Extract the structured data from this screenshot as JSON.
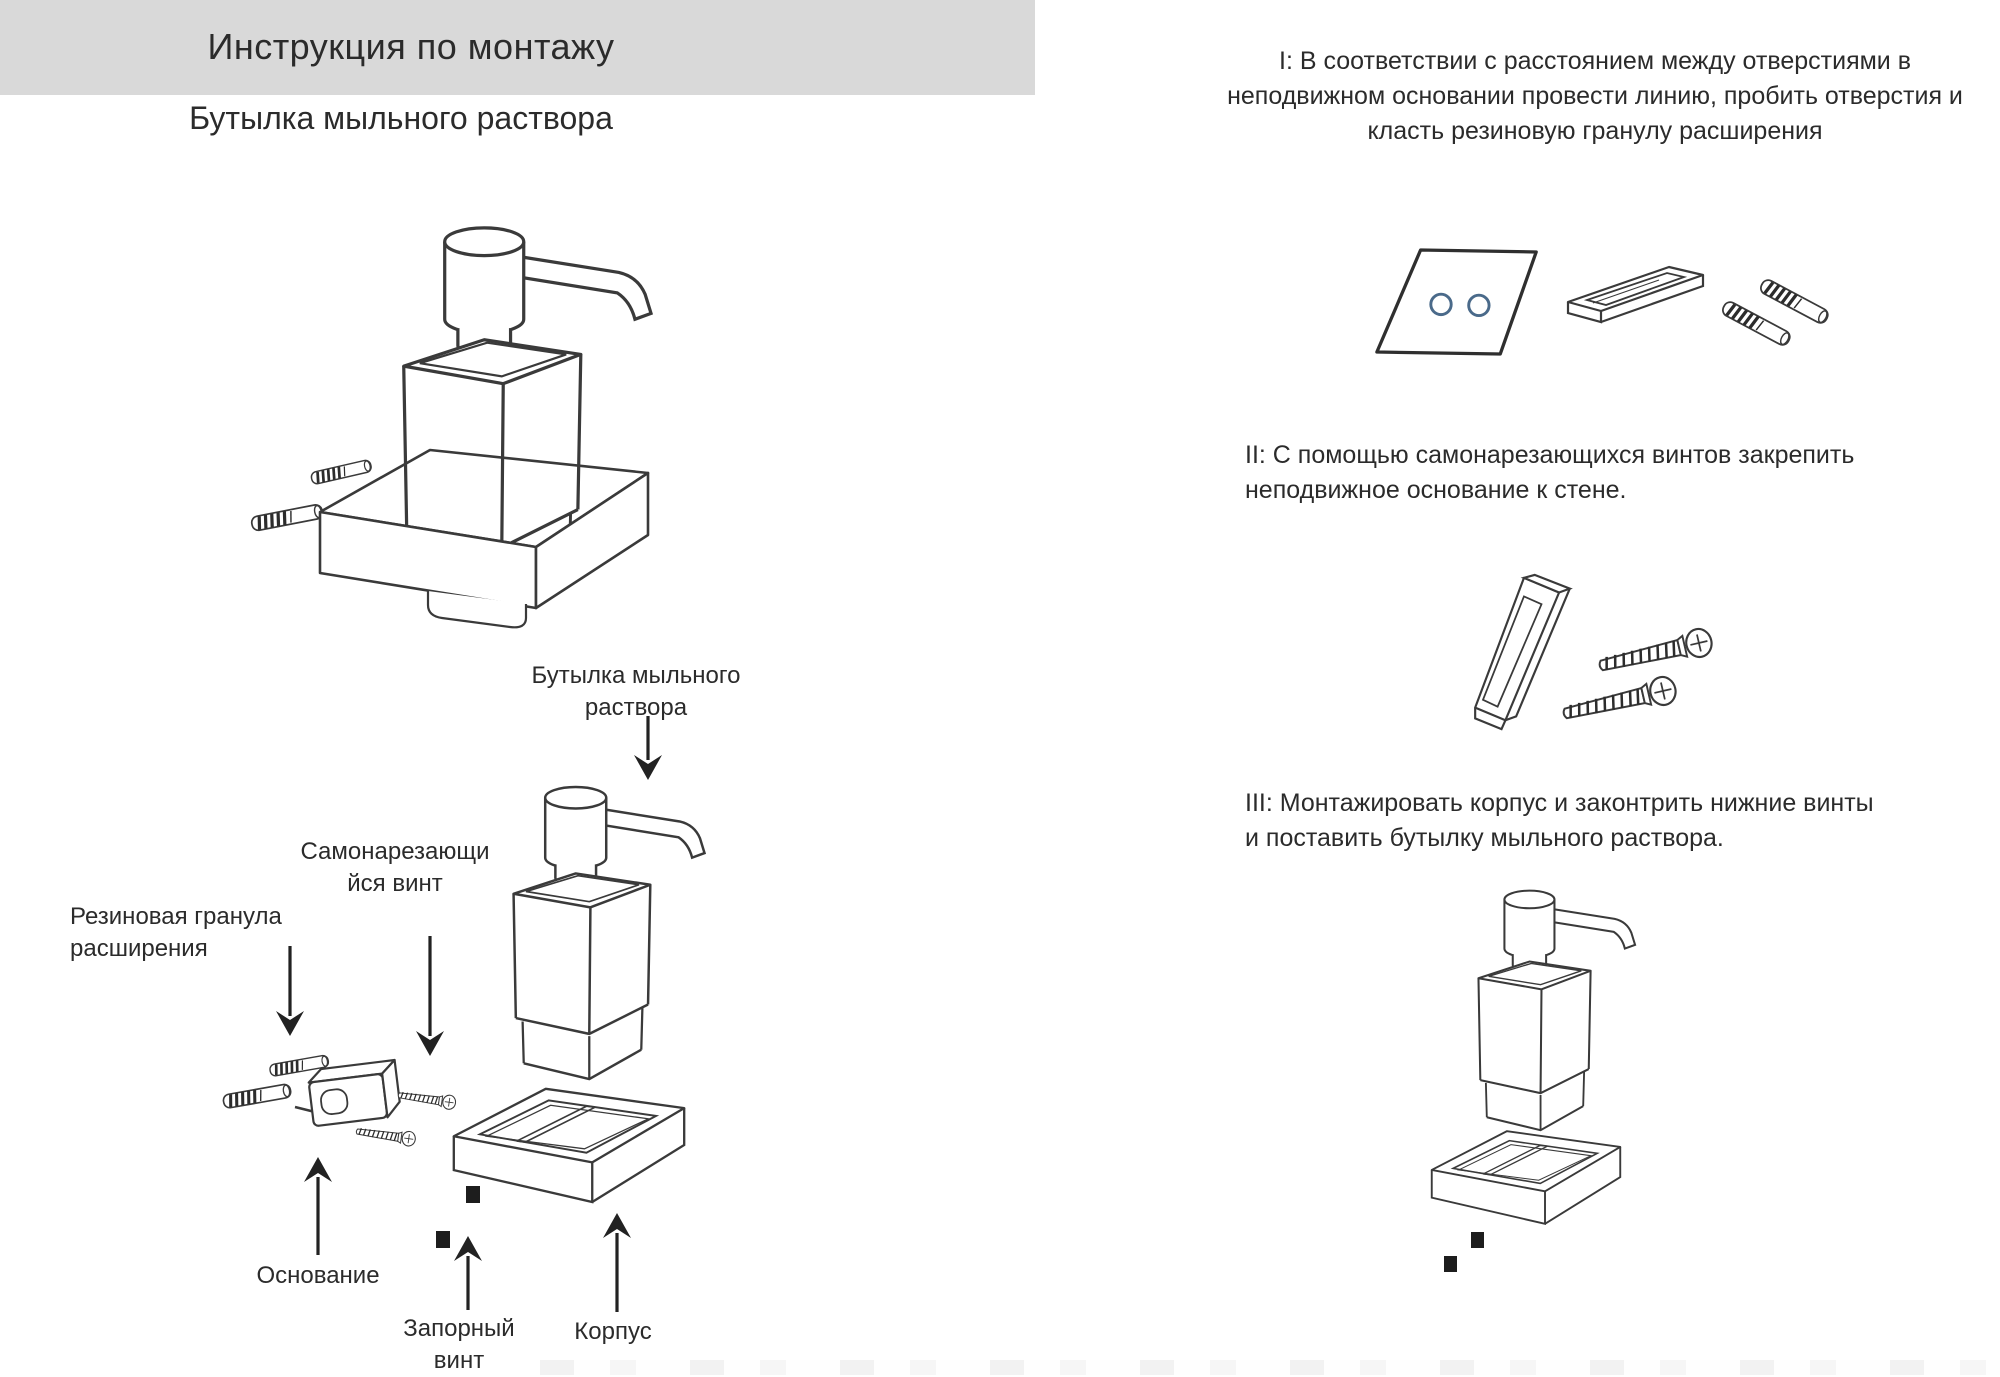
{
  "header": {
    "title": "Инструкция по монтажу"
  },
  "subtitle": "Бутылка мыльного раствора",
  "diagram_labels": {
    "bottle": {
      "line1": "Бутылка мыльного",
      "line2": "раствора"
    },
    "self_tapping_screw": {
      "line1": "Самонарезающи",
      "line2": "йся винт"
    },
    "rubber_plug": {
      "line1": "Резиновая гранула",
      "line2": "расширения"
    },
    "base": "Основание",
    "lock_screw": {
      "line1": "Запорный",
      "line2": "винт"
    },
    "body": "Корпус"
  },
  "steps": {
    "step1": {
      "line1": "I: В соответствии с расстоянием между отверстиями в",
      "line2": "неподвижном основании провести линию, пробить отверстия и",
      "line3": "класть резиновую гранулу расширения"
    },
    "step2": {
      "line1": "II: С помощью самонарезающихся винтов закрепить",
      "line2": "неподвижное основание к стене."
    },
    "step3": {
      "line1": "III: Монтажировать корпус и законтрить нижние винты",
      "line2": "и поставить бутылку мыльного раствора."
    }
  },
  "colors": {
    "header_bar": "#d9d9d9",
    "ink": "#2b2b2b",
    "line_art": "#3a3a3a",
    "hole_accent": "#4a6a8a"
  }
}
